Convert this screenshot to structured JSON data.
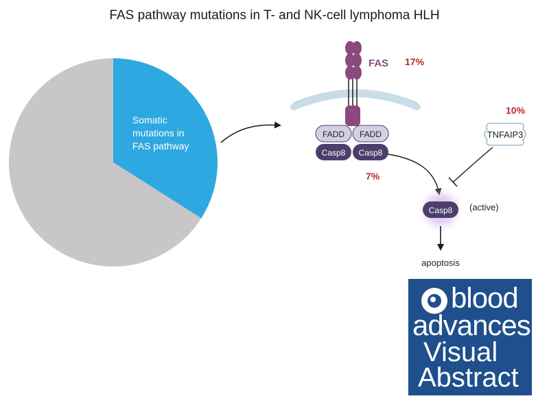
{
  "title": "FAS pathway mutations in T- and NK-cell lymphoma HLH",
  "chart_data": {
    "type": "pie",
    "slices": [
      {
        "label": "Somatic mutations in FAS pathway",
        "label_lines": [
          "Somatic",
          "mutations in",
          "FAS pathway"
        ],
        "value": 34,
        "color": "#2ea8e0"
      },
      {
        "label": "",
        "value": 66,
        "color": "#c8c6c9"
      }
    ]
  },
  "pathway": {
    "fas_label": "FAS",
    "fas_pct": "17%",
    "fadd_label": "FADD",
    "casp8_label": "Casp8",
    "casp8_pct": "7%",
    "tnfaip3_label": "TNFAIP3",
    "tnfaip3_pct": "10%",
    "active_casp8_label": "Casp8",
    "active_label": "(active)",
    "apoptosis_label": "apoptosis"
  },
  "colors": {
    "fas": "#8a4a7c",
    "fadd": "#d5cfe2",
    "casp8": "#4a3f6b",
    "pct": "#c0262d",
    "membrane": "#c9dde9",
    "logo_bg": "#1f4f8c"
  },
  "logo": {
    "line1": "blood",
    "line2": "advances",
    "line3": "Visual",
    "line4": "Abstract",
    "icon": "ash-seal-icon"
  }
}
